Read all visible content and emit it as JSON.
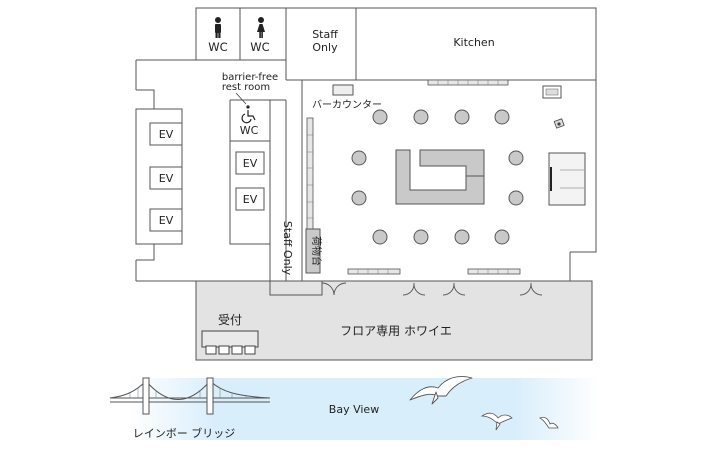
{
  "rooms": {
    "wc_men": "WC",
    "wc_women": "WC",
    "staff_only_top_line1": "Staff",
    "staff_only_top_line2": "Only",
    "kitchen": "Kitchen",
    "barrier_free_line1": "barrier-free",
    "barrier_free_line2": "rest room",
    "wc_accessible": "WC",
    "ev_left": [
      "EV",
      "EV",
      "EV"
    ],
    "ev_center": [
      "EV",
      "EV"
    ],
    "staff_only_vertical": "Staff Only",
    "bar_counter": "バーカウンター",
    "luggage_table": "荷物台",
    "reception": "受付",
    "foyer": "フロア専用 ホワイエ"
  },
  "outside": {
    "bay_view": "Bay View",
    "rainbow_bridge": "レインボー ブリッジ"
  },
  "colors": {
    "wall": "#555555",
    "foyer_fill": "#e3e3e3",
    "table_fill": "#c9c9c9",
    "water": "#d9eefb"
  },
  "icons": [
    "male-toilet-icon",
    "female-toilet-icon",
    "wheelchair-icon",
    "seagull-icon",
    "bridge-icon"
  ]
}
